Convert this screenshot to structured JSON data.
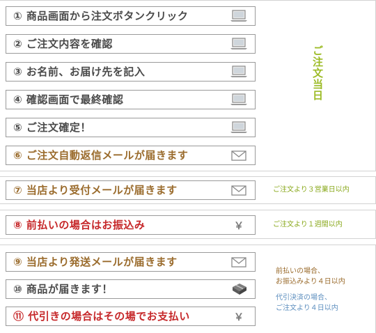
{
  "groups": {
    "order_day": {
      "title": "ご注文当日",
      "steps": [
        {
          "label": "① 商品画面から注文ボタンクリック",
          "icon": "laptop-icon"
        },
        {
          "label": "② ご注文内容を確認",
          "icon": "laptop-icon"
        },
        {
          "label": "③ お名前、お届け先を記入",
          "icon": "laptop-icon"
        },
        {
          "label": "④ 確認画面で最終確認",
          "icon": "laptop-icon"
        },
        {
          "label": "⑤ ご注文確定！",
          "icon": "laptop-icon"
        },
        {
          "label": "⑥ ご注文自動返信メールが届きます",
          "icon": "envelope-icon"
        }
      ]
    },
    "acceptance": {
      "step": {
        "label": "⑦ 当店より受付メールが届きます",
        "icon": "envelope-icon"
      },
      "note": "ご注文より３営業日以内"
    },
    "prepayment": {
      "step": {
        "label": "⑧ 前払いの場合はお振込み",
        "icon": "yen-icon",
        "icon_text": "￥"
      },
      "note": "ご注文より１週間以内"
    },
    "shipping": {
      "steps": [
        {
          "label": "⑨ 当店より発送メールが届きます",
          "icon": "envelope-icon"
        },
        {
          "label": "⑩ 商品が届きます！",
          "icon": "package-icon"
        },
        {
          "label": "⑪ 代引きの場合はその場でお支払い",
          "icon": "yen-icon",
          "icon_text": "￥"
        }
      ],
      "notes": [
        {
          "line1": "前払いの場合、",
          "line2": "お振込みより４日以内"
        },
        {
          "line1": "代引決済の場合、",
          "line2": "ご注文より４日以内"
        }
      ]
    }
  },
  "colors": {
    "step_text_gray": "#4a4a4a",
    "step_text_brown": "#9a6b2c",
    "step_text_red": "#c6282a",
    "title_green": "#9cbb25",
    "note_blue": "#5e8fbf"
  }
}
